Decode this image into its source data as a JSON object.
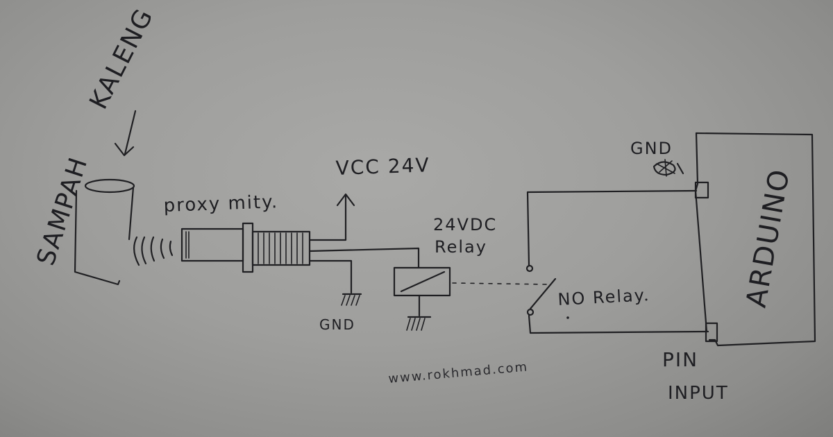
{
  "labels": {
    "sampah": "SAMPAH",
    "kaleng": "KALENG",
    "proxymity": "proxy mity.",
    "vcc": "VCC 24V",
    "relay_line1": "24VDC",
    "relay_line2": "Relay",
    "gnd_proxy": "GND",
    "gnd_arduino": "GND",
    "no_relay": "NO Relay",
    "arduino": "ARDUINO",
    "pin": "PIN",
    "input": "INPUT",
    "website": "www.rokhmad.com"
  }
}
